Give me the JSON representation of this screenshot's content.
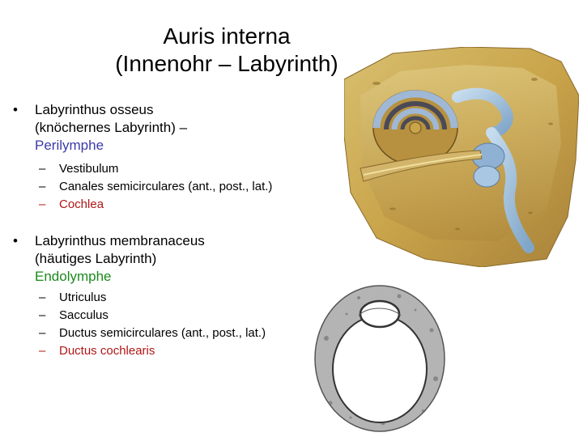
{
  "title": {
    "line1": "Auris interna",
    "line2": "(Innenohr – Labyrinth)"
  },
  "bullets": [
    {
      "symbol": "•",
      "line1": "Labyrinthus osseus",
      "line2": "(knöchernes Labyrinth) –",
      "fluid": "Perilymphe",
      "fluid_color": "#3b3ba8",
      "items": [
        {
          "dash": "–",
          "text": "Vestibulum",
          "color": "#000000"
        },
        {
          "dash": "–",
          "text": "Canales semicirculares (ant., post., lat.)",
          "color": "#000000"
        },
        {
          "dash": "–",
          "text": "Cochlea",
          "color": "#b01616"
        }
      ]
    },
    {
      "symbol": "•",
      "line1": "Labyrinthus membranaceus",
      "line2": "(häutiges Labyrinth)",
      "fluid": "Endolymphe",
      "fluid_color": "#1c8a1c",
      "items": [
        {
          "dash": "–",
          "text": "Utriculus",
          "color": "#000000"
        },
        {
          "dash": "–",
          "text": "Sacculus",
          "color": "#000000"
        },
        {
          "dash": "–",
          "text": "Ductus semicirculares (ant., post., lat.)",
          "color": "#000000"
        },
        {
          "dash": "–",
          "text": "Ductus cochlearis",
          "color": "#b01616"
        }
      ]
    }
  ],
  "images": [
    {
      "icon": "inner-ear-anatomy-illustration"
    },
    {
      "icon": "semicircular-canal-histology-section"
    }
  ]
}
